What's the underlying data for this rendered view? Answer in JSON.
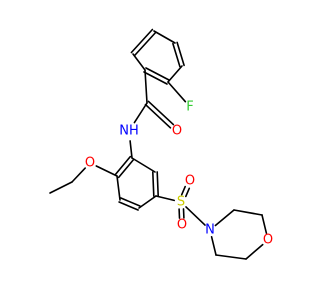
{
  "molecule": {
    "atoms": [
      {
        "id": "C1",
        "label": "",
        "color": "#000000"
      },
      {
        "id": "C2",
        "label": "",
        "color": "#000000"
      },
      {
        "id": "C3",
        "label": "",
        "color": "#000000"
      },
      {
        "id": "C4",
        "label": "",
        "color": "#000000"
      },
      {
        "id": "C5",
        "label": "",
        "color": "#000000"
      },
      {
        "id": "C6",
        "label": "",
        "color": "#000000"
      },
      {
        "id": "F",
        "label": "F",
        "color": "#33CC33"
      },
      {
        "id": "C7",
        "label": "",
        "color": "#000000"
      },
      {
        "id": "O1",
        "label": "O",
        "color": "#FF0000"
      },
      {
        "id": "N1",
        "label": "NH",
        "color": "#0000FF"
      },
      {
        "id": "C8",
        "label": "",
        "color": "#000000"
      },
      {
        "id": "C9",
        "label": "",
        "color": "#000000"
      },
      {
        "id": "C10",
        "label": "",
        "color": "#000000"
      },
      {
        "id": "C11",
        "label": "",
        "color": "#000000"
      },
      {
        "id": "C12",
        "label": "",
        "color": "#000000"
      },
      {
        "id": "C13",
        "label": "",
        "color": "#000000"
      },
      {
        "id": "O2",
        "label": "O",
        "color": "#FF0000"
      },
      {
        "id": "C14",
        "label": "",
        "color": "#000000"
      },
      {
        "id": "C15",
        "label": "",
        "color": "#000000"
      },
      {
        "id": "S",
        "label": "S",
        "color": "#CCCC00"
      },
      {
        "id": "O3",
        "label": "O",
        "color": "#FF0000"
      },
      {
        "id": "O4",
        "label": "O",
        "color": "#FF0000"
      },
      {
        "id": "N2",
        "label": "N",
        "color": "#0000FF"
      },
      {
        "id": "C16",
        "label": "",
        "color": "#000000"
      },
      {
        "id": "C17",
        "label": "",
        "color": "#000000"
      },
      {
        "id": "O5",
        "label": "O",
        "color": "#FF0000"
      },
      {
        "id": "C18",
        "label": "",
        "color": "#000000"
      },
      {
        "id": "C19",
        "label": "",
        "color": "#000000"
      }
    ],
    "bonds": [
      {
        "a": "C1",
        "b": "C2",
        "order": 2
      },
      {
        "a": "C2",
        "b": "C3",
        "order": 1
      },
      {
        "a": "C3",
        "b": "C4",
        "order": 2
      },
      {
        "a": "C4",
        "b": "C5",
        "order": 1
      },
      {
        "a": "C5",
        "b": "C6",
        "order": 2
      },
      {
        "a": "C6",
        "b": "C1",
        "order": 1
      },
      {
        "a": "C5",
        "b": "F",
        "order": 1
      },
      {
        "a": "C6",
        "b": "C7",
        "order": 1
      },
      {
        "a": "C7",
        "b": "O1",
        "order": 2
      },
      {
        "a": "C7",
        "b": "N1",
        "order": 1
      },
      {
        "a": "N1",
        "b": "C8",
        "order": 1
      },
      {
        "a": "C8",
        "b": "C9",
        "order": 2
      },
      {
        "a": "C9",
        "b": "C10",
        "order": 1
      },
      {
        "a": "C10",
        "b": "C11",
        "order": 2
      },
      {
        "a": "C11",
        "b": "C12",
        "order": 1
      },
      {
        "a": "C12",
        "b": "C13",
        "order": 2
      },
      {
        "a": "C13",
        "b": "C8",
        "order": 1
      },
      {
        "a": "C9",
        "b": "O2",
        "order": 1
      },
      {
        "a": "O2",
        "b": "C14",
        "order": 1
      },
      {
        "a": "C14",
        "b": "C15",
        "order": 1
      },
      {
        "a": "C12",
        "b": "S",
        "order": 1
      },
      {
        "a": "S",
        "b": "O3",
        "order": 2
      },
      {
        "a": "S",
        "b": "O4",
        "order": 2
      },
      {
        "a": "S",
        "b": "N2",
        "order": 1
      },
      {
        "a": "N2",
        "b": "C16",
        "order": 1
      },
      {
        "a": "C16",
        "b": "C17",
        "order": 1
      },
      {
        "a": "C17",
        "b": "O5",
        "order": 1
      },
      {
        "a": "O5",
        "b": "C18",
        "order": 1
      },
      {
        "a": "C18",
        "b": "C19",
        "order": 1
      },
      {
        "a": "C19",
        "b": "N2",
        "order": 1
      }
    ]
  }
}
